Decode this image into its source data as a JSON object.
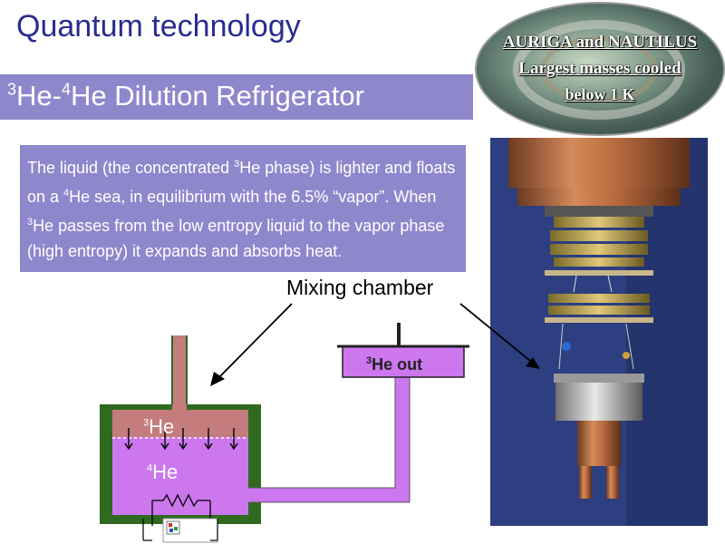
{
  "title": "Quantum technology",
  "subtitle": {
    "sup1": "3",
    "text1": "He-",
    "sup2": "4",
    "text2": "He Dilution Refrigerator"
  },
  "description": {
    "t1": "The liquid (the concentrated ",
    "s1": "3",
    "t2": "He phase) is lighter and floats on a ",
    "s2": "4",
    "t3": "He sea, in equilibrium with the 6.5% “vapor”. When ",
    "s3": "3",
    "t4": "He passes from the low entropy liquid to the vapor phase (high entropy) it expands and absorbs heat."
  },
  "mixing_chamber_label": "Mixing chamber",
  "he3_out": {
    "sup": "3",
    "text": "He out"
  },
  "layer_he3": {
    "sup": "3",
    "text": "He"
  },
  "layer_he4": {
    "sup": "4",
    "text": "He"
  },
  "badge": {
    "line1": "AURIGA and NAUTILUS",
    "line2": "Largest masses cooled",
    "line3": "below 1 K"
  },
  "colors": {
    "title": "#2b2b8f",
    "panel": "#8f87cc",
    "he3_phase": "#c47c7c",
    "he4_phase": "#cc77ee",
    "chamber_wall": "#2f6a1f"
  }
}
